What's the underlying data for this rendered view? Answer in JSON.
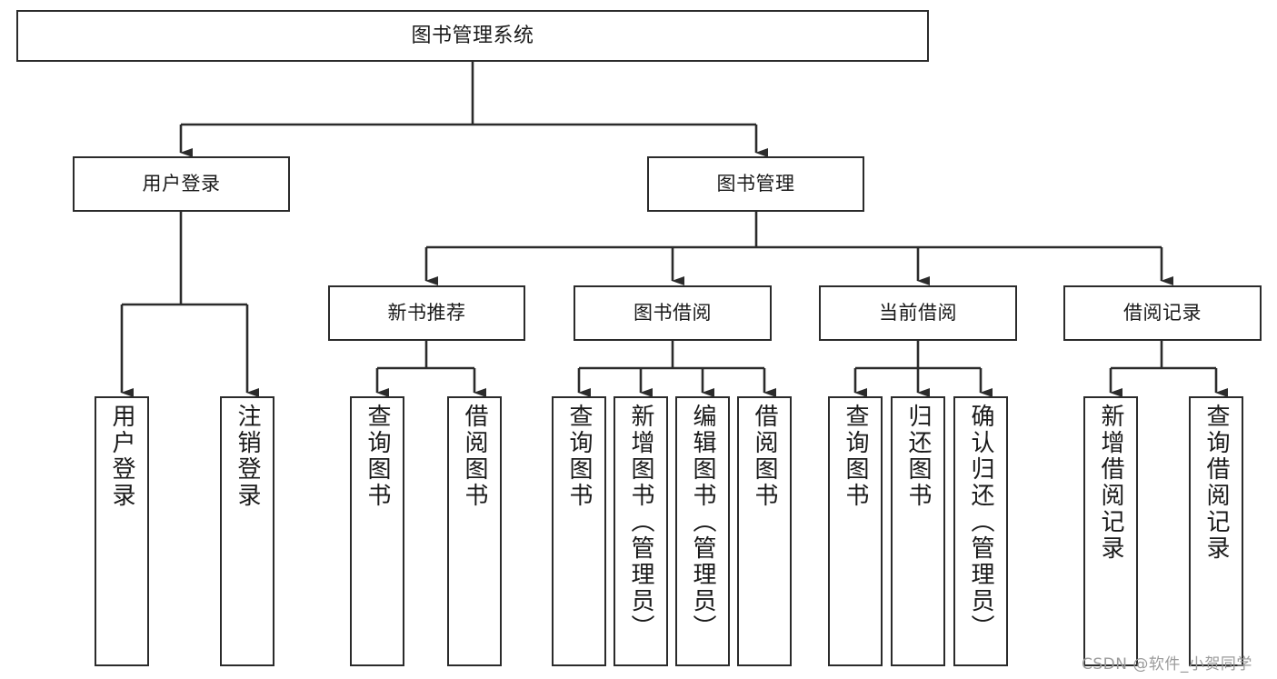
{
  "diagram": {
    "type": "tree-hierarchy-functional-decomposition",
    "title": "图书管理系统",
    "watermark": "CSDN @软件_小贺同学",
    "colors": {
      "stroke": "#2b2b2b",
      "fill": "#ffffff",
      "text": "#1a1a1a",
      "watermark": "#9b9b9b"
    },
    "nodes": {
      "root": {
        "label": "图书管理系统"
      },
      "level2": [
        {
          "label": "用户登录"
        },
        {
          "label": "图书管理"
        }
      ],
      "level3": [
        {
          "label": "新书推荐"
        },
        {
          "label": "图书借阅"
        },
        {
          "label": "当前借阅"
        },
        {
          "label": "借阅记录"
        }
      ],
      "leaves": [
        {
          "label": "用户登录"
        },
        {
          "label": "注销登录"
        },
        {
          "label": "查询图书"
        },
        {
          "label": "借阅图书"
        },
        {
          "label": "查询图书"
        },
        {
          "label": "新增图书（管理员）"
        },
        {
          "label": "编辑图书（管理员）"
        },
        {
          "label": "借阅图书"
        },
        {
          "label": "查询图书"
        },
        {
          "label": "归还图书"
        },
        {
          "label": "确认归还（管理员）"
        },
        {
          "label": "新增借阅记录"
        },
        {
          "label": "查询借阅记录"
        }
      ]
    }
  }
}
